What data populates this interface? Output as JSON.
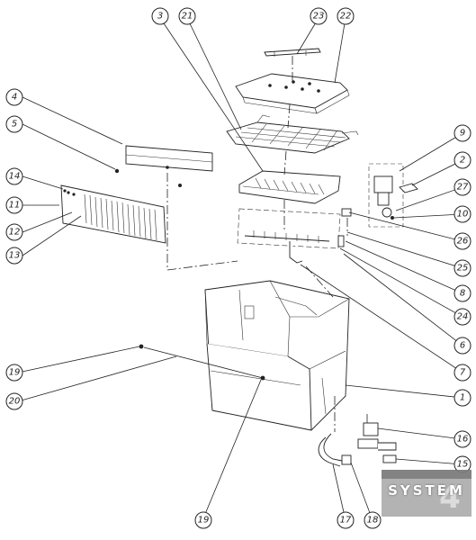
{
  "diagram": {
    "callouts": [
      "1",
      "2",
      "3",
      "4",
      "5",
      "6",
      "7",
      "8",
      "9",
      "10",
      "11",
      "12",
      "13",
      "14",
      "15",
      "16",
      "17",
      "18",
      "19",
      "19",
      "20",
      "21",
      "22",
      "23",
      "24",
      "25",
      "26",
      "27"
    ]
  },
  "logo": {
    "text": "SYSTEM",
    "digit": "4"
  }
}
